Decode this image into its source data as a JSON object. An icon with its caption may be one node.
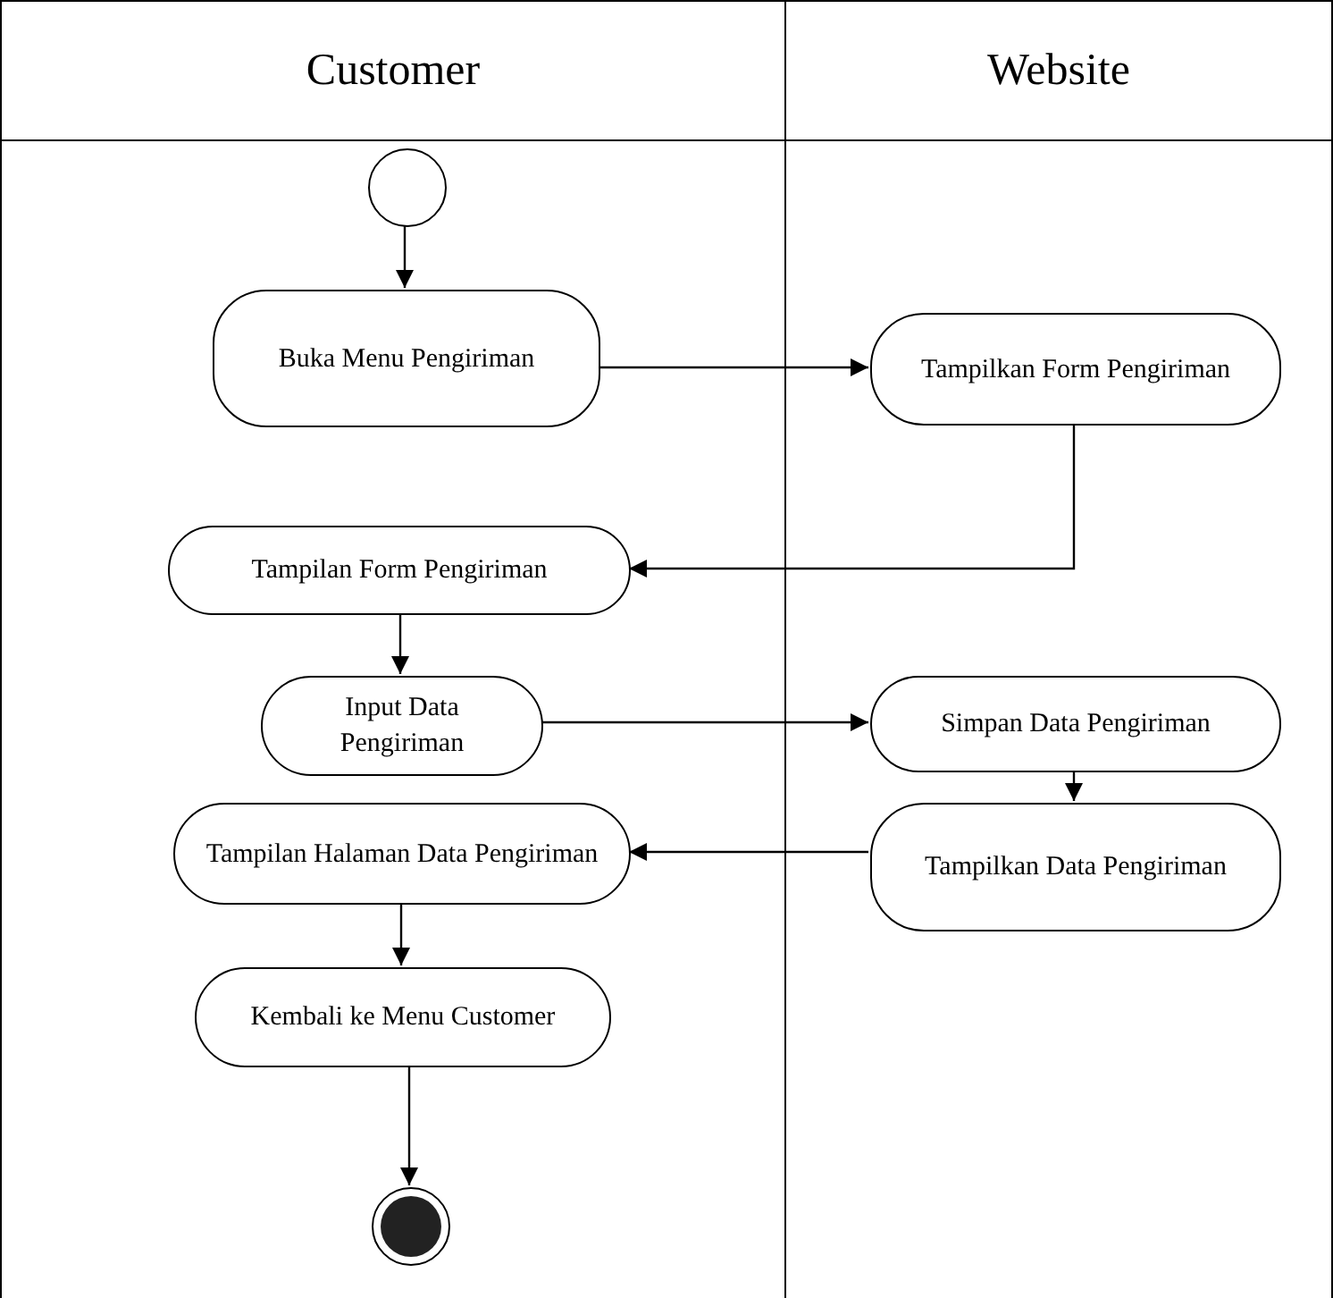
{
  "diagram": {
    "nodes": [
      {
        "text": [
          "Customer"
        ]
      },
      {
        "text": [
          "Website"
        ]
      },
      {
        "text": [],
        "shape": "circle",
        "in": 0
      },
      {
        "text": [
          "Buka Menu Pengiriman"
        ],
        "in": 0
      },
      {
        "text": [
          "Tampilkan Form Pengiriman"
        ],
        "in": 1
      },
      {
        "text": [
          "Tampilan Form Pengiriman"
        ],
        "in": 0
      },
      {
        "text": [
          "Input Data Pengiriman"
        ],
        "in": 0
      },
      {
        "text": [
          "Simpan Data Pengiriman"
        ],
        "in": 1
      },
      {
        "text": [
          "Tampilan Halaman Data Pengiriman"
        ],
        "in": 0
      },
      {
        "text": [
          "Tampilkan Data Pengiriman"
        ],
        "in": 1
      },
      {
        "text": [
          "Kembali ke Menu Customer"
        ],
        "in": 0
      },
      {
        "text": [],
        "shape": "bullseye",
        "in": 0
      }
    ],
    "edges": [
      {
        "from": 2,
        "to": 3,
        "arrow": "to"
      },
      {
        "from": 3,
        "to": 4,
        "arrow": "to"
      },
      {
        "from": 4,
        "to": 5,
        "arrow": "to"
      },
      {
        "from": 5,
        "to": 6,
        "arrow": "to"
      },
      {
        "from": 6,
        "to": 7,
        "arrow": "to"
      },
      {
        "from": 7,
        "to": 9,
        "arrow": "to"
      },
      {
        "from": 9,
        "to": 8,
        "arrow": "to"
      },
      {
        "from": 8,
        "to": 10,
        "arrow": "to"
      },
      {
        "from": 10,
        "to": 11,
        "arrow": "to"
      }
    ]
  }
}
